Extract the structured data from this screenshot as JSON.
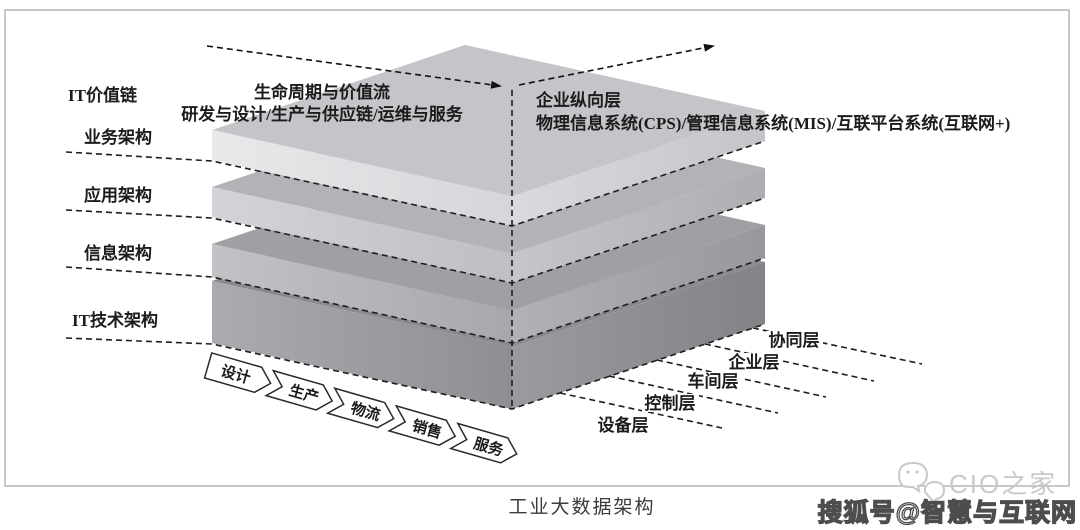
{
  "figure": {
    "caption": "工业大数据架构",
    "it_value_chain": {
      "title": "IT价值链",
      "layers": [
        "业务架构",
        "应用架构",
        "信息架构",
        "IT技术架构"
      ]
    },
    "lifecycle_annotation": {
      "title": "生命周期与价值流",
      "detail": "研发与设计/生产与供应链/运维与服务"
    },
    "vertical_annotation": {
      "title": "企业纵向层",
      "detail": "物理信息系统(CPS)/管理信息系统(MIS)/互联平台系统(互联网+)"
    },
    "process_flow": [
      "设计",
      "生产",
      "物流",
      "销售",
      "服务"
    ],
    "enterprise_layers": [
      "协同层",
      "企业层",
      "车间层",
      "控制层",
      "设备层"
    ],
    "colors": {
      "slab1_top": "#c5c5c9",
      "slab2_top": "#b3b3b7",
      "slab3_top": "#a0a0a4",
      "slab4_top": "#8b8b8f",
      "edge_dash": "#1f1f1f",
      "frame": "#b5b5b5"
    }
  },
  "watermarks": {
    "brand": "CIO之家",
    "overlay": "搜狐号@智慧与互联网"
  }
}
